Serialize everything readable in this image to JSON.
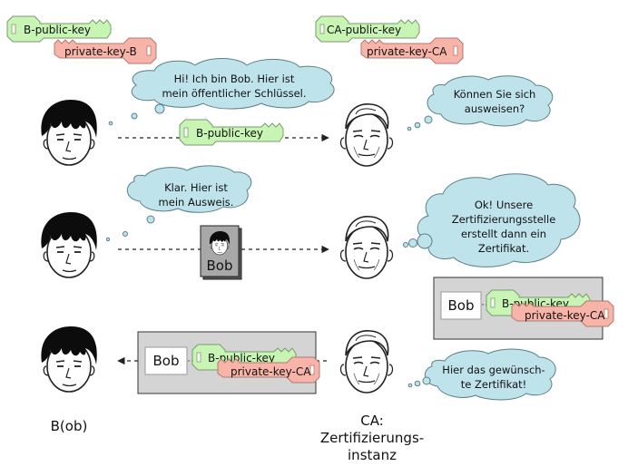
{
  "keys": {
    "bob_public": "B-public-key",
    "bob_private": "private-key-B",
    "ca_public": "CA-public-key",
    "ca_private": "private-key-CA"
  },
  "bubbles": {
    "bob_intro": [
      "Hi!  Ich bin Bob.  Hier ist",
      "mein öffentlicher Schlüssel."
    ],
    "ca_ask": [
      "Können  Sie sich",
      "ausweisen?"
    ],
    "bob_id": [
      "Klar.  Hier ist",
      "mein Ausweis."
    ],
    "ca_ok": [
      "Ok!  Unsere",
      "Zertifizierungsstelle",
      "erstellt dann ein",
      "Zertifikat."
    ],
    "ca_here": [
      "Hier das gewünsch-",
      "te Zertifikat!"
    ]
  },
  "id_card_name": "Bob",
  "certificate": {
    "name": "Bob",
    "public_key": "B-public-key",
    "signature_key": "private-key-CA"
  },
  "labels": {
    "bob": "B(ob)",
    "ca": [
      "CA:",
      "Zertifizierungs-",
      "instanz"
    ]
  },
  "colors": {
    "public_key": "#c8f5b4",
    "private_key": "#f8b4a8",
    "cloud": "#bfe3ea",
    "certificate_bg": "#d4d4d4"
  }
}
